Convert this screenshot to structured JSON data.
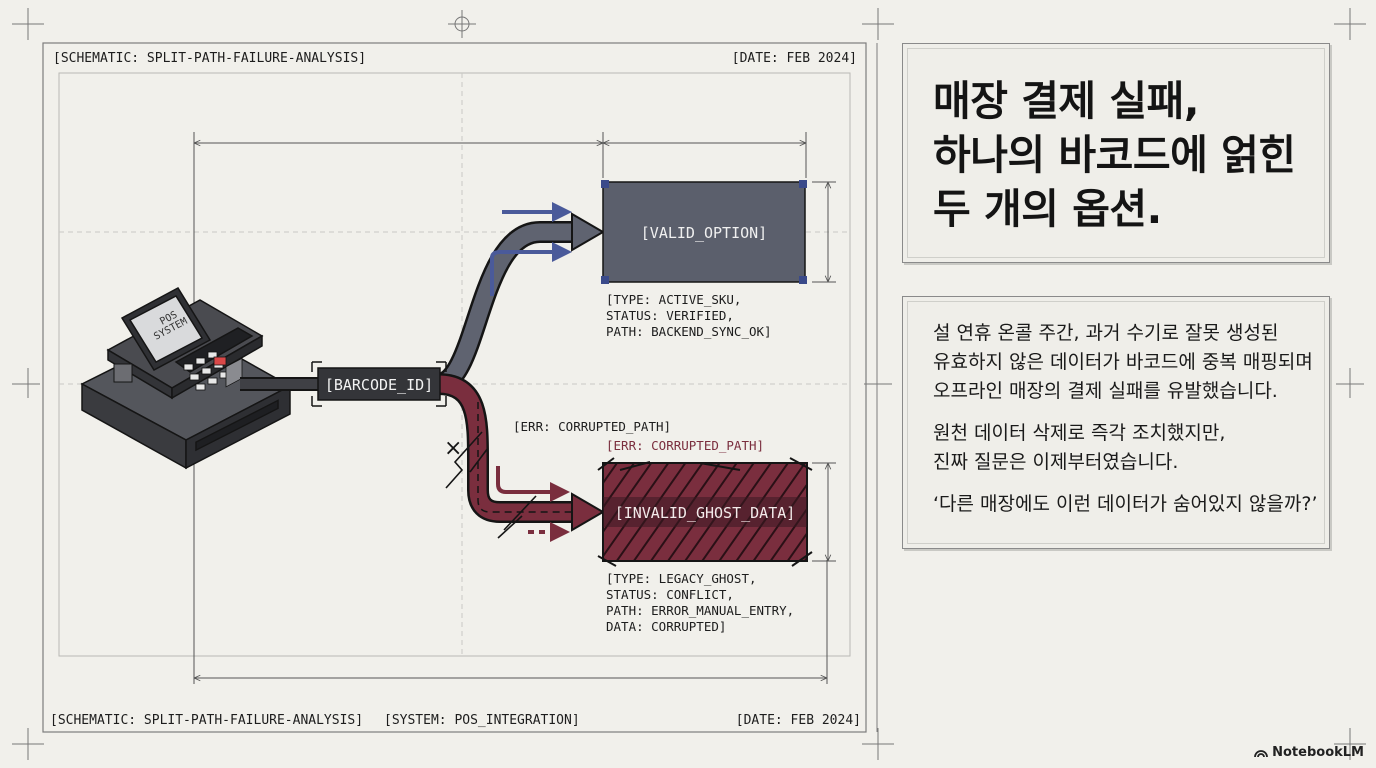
{
  "schematic": {
    "top_left": "[SCHEMATIC: SPLIT-PATH-FAILURE-ANALYSIS]",
    "top_right": "[DATE: FEB 2024]",
    "bottom_left": "[SCHEMATIC: SPLIT-PATH-FAILURE-ANALYSIS]",
    "bottom_center": "[SYSTEM: POS_INTEGRATION]",
    "bottom_right": "[DATE: FEB 2024]"
  },
  "diagram": {
    "pos_screen": [
      "POS",
      "SYSTEM"
    ],
    "barcode": "[BARCODE_ID]",
    "valid_box": "[VALID_OPTION]",
    "valid_meta": [
      "[TYPE: ACTIVE_SKU,",
      "STATUS: VERIFIED,",
      "PATH: BACKEND_SYNC_OK]"
    ],
    "err_label_1": "[ERR: CORRUPTED_PATH]",
    "err_label_2": "[ERR: CORRUPTED_PATH]",
    "invalid_box": "[INVALID_GHOST_DATA]",
    "invalid_meta": [
      "[TYPE: LEGACY_GHOST,",
      "STATUS: CONFLICT,",
      "PATH: ERROR_MANUAL_ENTRY,",
      "DATA: CORRUPTED]"
    ],
    "break_mark": "×"
  },
  "title": {
    "lines": [
      "매장 결제 실패,",
      "하나의 바코드에 얽힌",
      "두 개의 옵션."
    ]
  },
  "body": {
    "p1": [
      "설 연휴 온콜 주간, 과거 수기로 잘못 생성된",
      "유효하지 않은 데이터가 바코드에 중복 매핑되며",
      "오프라인 매장의 결제 실패를 유발했습니다."
    ],
    "p2": [
      "원천 데이터 삭제로 즉각 조치했지만,",
      "진짜 질문은 이제부터였습니다."
    ],
    "p3": "‘다른 매장에도 이런 데이터가 숨어있지 않을까?’"
  },
  "brand": {
    "name": "NotebookLM",
    "icon": "notebooklm-logo-icon"
  },
  "colors": {
    "valid": "#5b5f6c",
    "invalid": "#7a2e3e",
    "accent_blue": "#4a5a9a",
    "dark": "#2e2f33"
  }
}
